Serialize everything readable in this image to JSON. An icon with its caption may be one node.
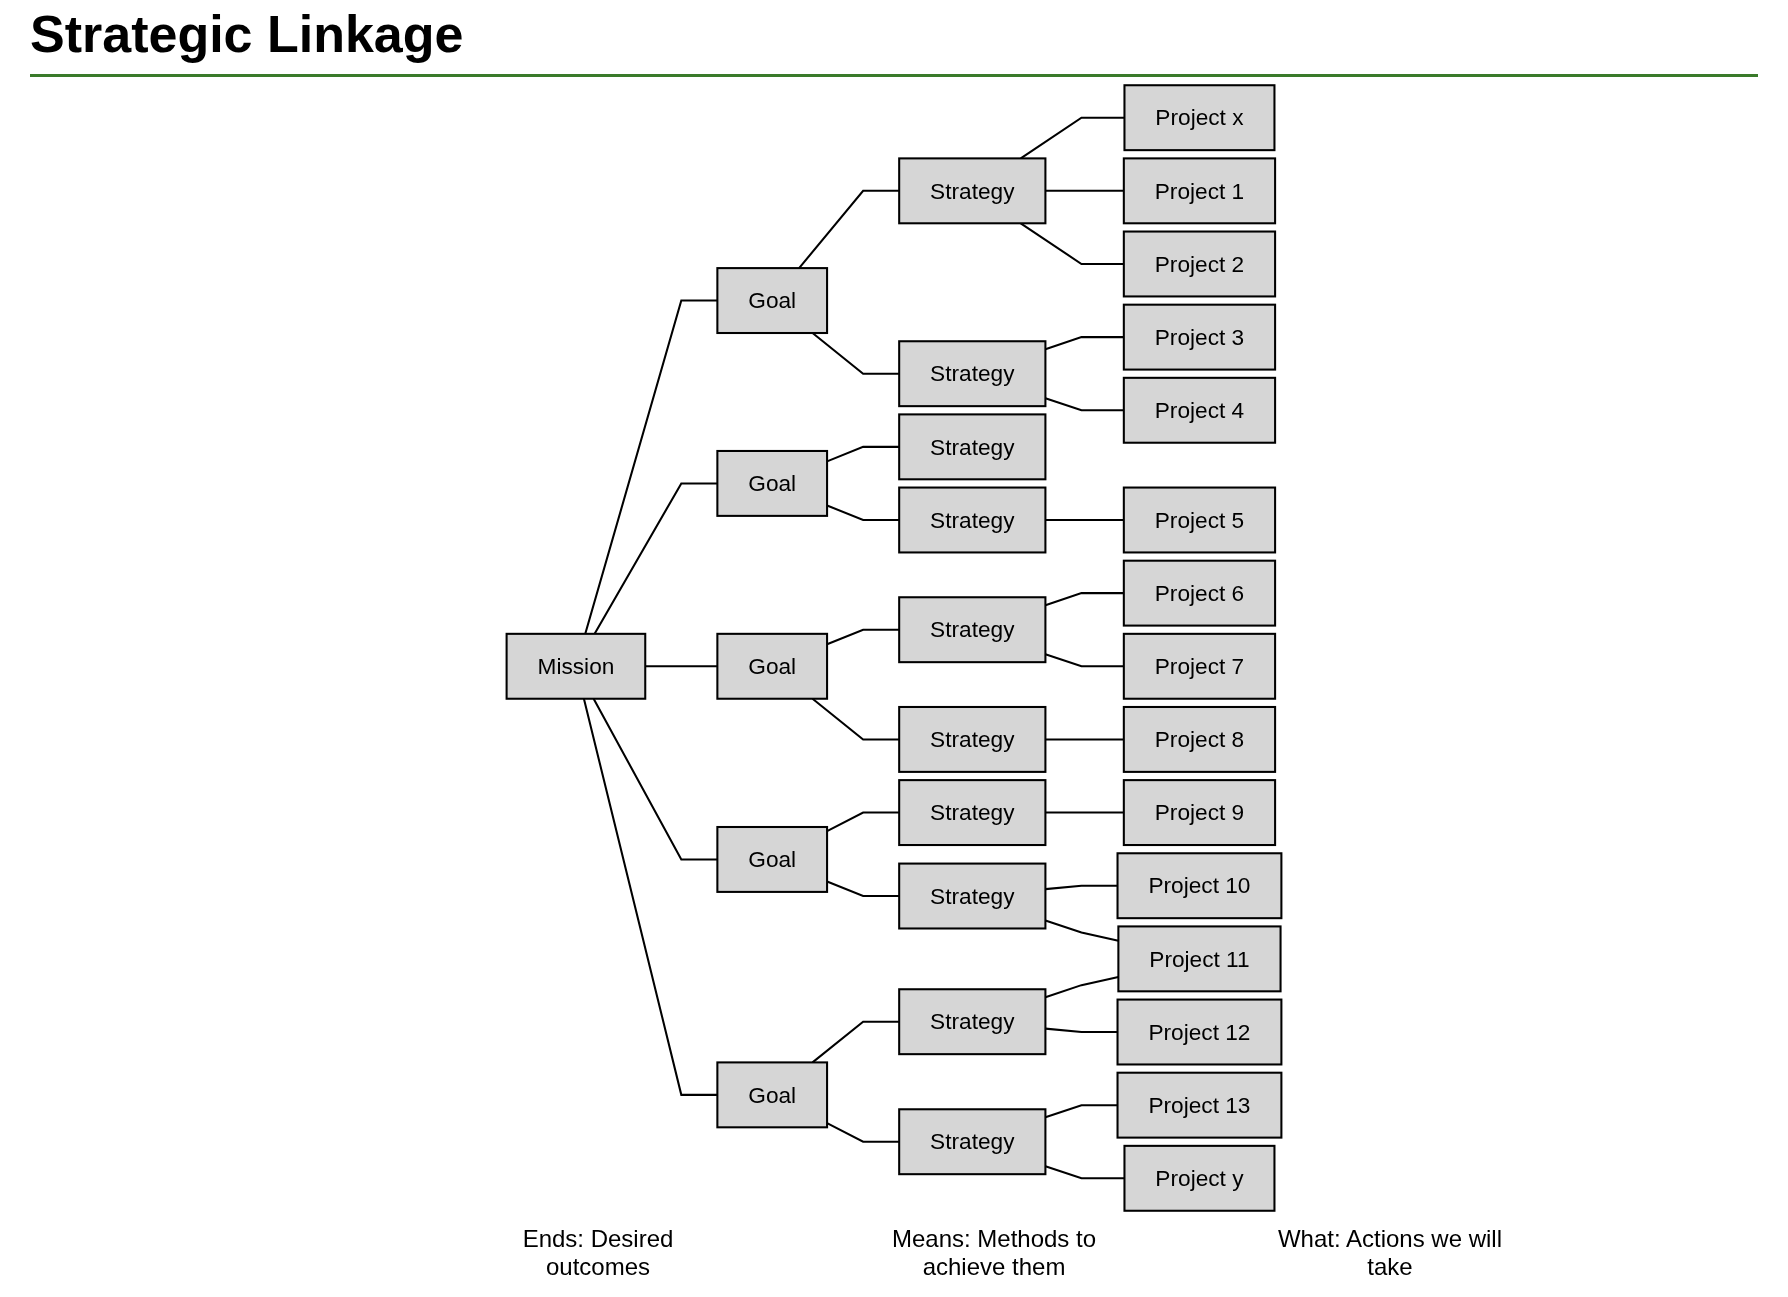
{
  "diagram": {
    "title": "Strategic Linkage",
    "nodes": [
      {
        "text": [
          "Mission"
        ]
      },
      {
        "text": [
          "Goal"
        ]
      },
      {
        "text": [
          "Goal"
        ]
      },
      {
        "text": [
          "Goal"
        ]
      },
      {
        "text": [
          "Goal"
        ]
      },
      {
        "text": [
          "Goal"
        ]
      },
      {
        "text": [
          "Strategy"
        ]
      },
      {
        "text": [
          "Strategy"
        ]
      },
      {
        "text": [
          "Strategy"
        ]
      },
      {
        "text": [
          "Strategy"
        ]
      },
      {
        "text": [
          "Strategy"
        ]
      },
      {
        "text": [
          "Strategy"
        ]
      },
      {
        "text": [
          "Strategy"
        ]
      },
      {
        "text": [
          "Strategy"
        ]
      },
      {
        "text": [
          "Strategy"
        ]
      },
      {
        "text": [
          "Strategy"
        ]
      },
      {
        "text": [
          "Project x"
        ]
      },
      {
        "text": [
          "Project 1"
        ]
      },
      {
        "text": [
          "Project 2"
        ]
      },
      {
        "text": [
          "Project 3"
        ]
      },
      {
        "text": [
          "Project 4"
        ]
      },
      {
        "text": [
          "Project 5"
        ]
      },
      {
        "text": [
          "Project 6"
        ]
      },
      {
        "text": [
          "Project 7"
        ]
      },
      {
        "text": [
          "Project 8"
        ]
      },
      {
        "text": [
          "Project 9"
        ]
      },
      {
        "text": [
          "Project 10"
        ]
      },
      {
        "text": [
          "Project 11"
        ]
      },
      {
        "text": [
          "Project 12"
        ]
      },
      {
        "text": [
          "Project 13"
        ]
      },
      {
        "text": [
          "Project y"
        ]
      }
    ],
    "edges": [
      {
        "from": 0,
        "to": 1,
        "arrow": "none"
      },
      {
        "from": 0,
        "to": 2,
        "arrow": "none"
      },
      {
        "from": 0,
        "to": 3,
        "arrow": "none"
      },
      {
        "from": 0,
        "to": 4,
        "arrow": "none"
      },
      {
        "from": 0,
        "to": 5,
        "arrow": "none"
      },
      {
        "from": 1,
        "to": 6,
        "arrow": "none"
      },
      {
        "from": 1,
        "to": 7,
        "arrow": "none"
      },
      {
        "from": 2,
        "to": 8,
        "arrow": "none"
      },
      {
        "from": 2,
        "to": 9,
        "arrow": "none"
      },
      {
        "from": 3,
        "to": 10,
        "arrow": "none"
      },
      {
        "from": 3,
        "to": 11,
        "arrow": "none"
      },
      {
        "from": 4,
        "to": 12,
        "arrow": "none"
      },
      {
        "from": 4,
        "to": 13,
        "arrow": "none"
      },
      {
        "from": 5,
        "to": 14,
        "arrow": "none"
      },
      {
        "from": 5,
        "to": 15,
        "arrow": "none"
      },
      {
        "from": 6,
        "to": 16,
        "arrow": "none"
      },
      {
        "from": 6,
        "to": 17,
        "arrow": "none"
      },
      {
        "from": 6,
        "to": 18,
        "arrow": "none"
      },
      {
        "from": 7,
        "to": 19,
        "arrow": "none"
      },
      {
        "from": 7,
        "to": 20,
        "arrow": "none"
      },
      {
        "from": 9,
        "to": 21,
        "arrow": "none"
      },
      {
        "from": 10,
        "to": 22,
        "arrow": "none"
      },
      {
        "from": 10,
        "to": 23,
        "arrow": "none"
      },
      {
        "from": 11,
        "to": 24,
        "arrow": "none"
      },
      {
        "from": 12,
        "to": 25,
        "arrow": "none"
      },
      {
        "from": 13,
        "to": 26,
        "arrow": "none"
      },
      {
        "from": 13,
        "to": 27,
        "arrow": "none"
      },
      {
        "from": 14,
        "to": 27,
        "arrow": "none"
      },
      {
        "from": 14,
        "to": 28,
        "arrow": "none"
      },
      {
        "from": 15,
        "to": 29,
        "arrow": "none"
      },
      {
        "from": 15,
        "to": 30,
        "arrow": "none"
      }
    ],
    "labels": [
      "Ends: Desired outcomes",
      "Means: Methods to achieve them",
      "What: Actions we will take"
    ]
  }
}
